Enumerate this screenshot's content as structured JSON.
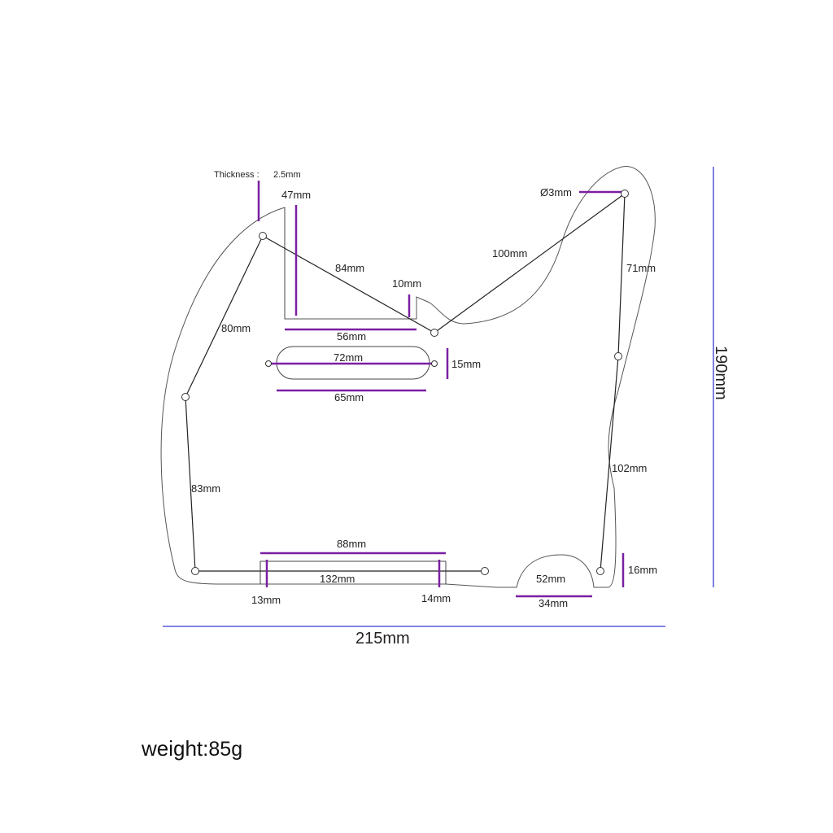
{
  "title_labels": {
    "thickness_label": "Thickness :",
    "thickness_value": "2.5mm",
    "hole_diameter": "Ø3mm"
  },
  "dimensions": {
    "d_47": "47mm",
    "d_84": "84mm",
    "d_10": "10mm",
    "d_100": "100mm",
    "d_71": "71mm",
    "d_80": "80mm",
    "d_56": "56mm",
    "d_72": "72mm",
    "d_15": "15mm",
    "d_65": "65mm",
    "d_83": "83mm",
    "d_102": "102mm",
    "d_88": "88mm",
    "d_132": "132mm",
    "d_13": "13mm",
    "d_14": "14mm",
    "d_52": "52mm",
    "d_34": "34mm",
    "d_16": "16mm",
    "overall_height": "190mm",
    "overall_width": "215mm"
  },
  "weight": {
    "label": "weight:",
    "value": "85g"
  },
  "colors": {
    "accent": "#7a1fa2",
    "overall_dims": "#3b3bd6"
  }
}
